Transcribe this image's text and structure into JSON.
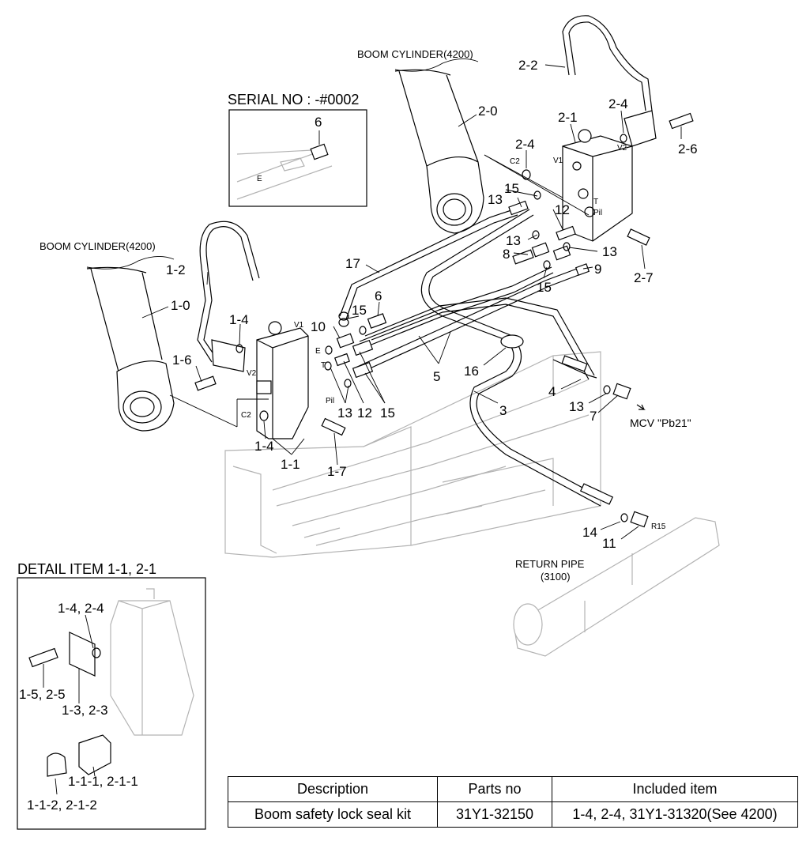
{
  "titles": {
    "serial_no": "SERIAL NO : -#0002",
    "detail_item": "DETAIL ITEM 1-1, 2-1",
    "boom_cylinder_right": "BOOM CYLINDER(4200)",
    "boom_cylinder_left": "BOOM CYLINDER(4200)",
    "return_pipe_line1": "RETURN PIPE",
    "return_pipe_line2": "(3100)",
    "mcv": "MCV \"Pb21\""
  },
  "port_labels": {
    "v1_right": "V1",
    "v2_right": "V2",
    "c2_right": "C2",
    "t_right": "T",
    "pil_right": "Pil",
    "v1_left": "V1",
    "v2_left": "V2",
    "c2_left": "C2",
    "e_left": "E",
    "t_left": "T",
    "pil_left": "Pil",
    "e_inset": "E",
    "r15": "R15"
  },
  "callouts": {
    "c_2_2": "2-2",
    "c_2_0": "2-0",
    "c_2_1": "2-1",
    "c_2_4_top": "2-4",
    "c_2_6": "2-6",
    "c_2_4_mid": "2-4",
    "c_2_7": "2-7",
    "c_6_inset": "6",
    "c_13_a": "13",
    "c_15_a": "15",
    "c_12_a": "12",
    "c_13_b": "13",
    "c_8": "8",
    "c_13_c": "13",
    "c_9": "9",
    "c_15_b": "15",
    "c_17": "17",
    "c_15_c": "15",
    "c_6": "6",
    "c_10": "10",
    "c_1_2": "1-2",
    "c_1_0": "1-0",
    "c_1_4_top": "1-4",
    "c_1_6": "1-6",
    "c_13_d": "13",
    "c_12_b": "12",
    "c_15_d": "15",
    "c_5": "5",
    "c_16": "16",
    "c_4": "4",
    "c_13_e": "13",
    "c_7": "7",
    "c_3": "3",
    "c_1_4_bot": "1-4",
    "c_1_1": "1-1",
    "c_1_7": "1-7",
    "c_14": "14",
    "c_11": "11",
    "d_1_4_2_4": "1-4, 2-4",
    "d_1_5_2_5": "1-5, 2-5",
    "d_1_3_2_3": "1-3, 2-3",
    "d_1_1_1": "1-1-1, 2-1-1",
    "d_1_1_2": "1-1-2, 2-1-2"
  },
  "kit_table": {
    "headers": [
      "Description",
      "Parts no",
      "Included item"
    ],
    "rows": [
      [
        "Boom safety lock seal kit",
        "31Y1-32150",
        "1-4, 2-4, 31Y1-31320(See 4200)"
      ]
    ]
  }
}
